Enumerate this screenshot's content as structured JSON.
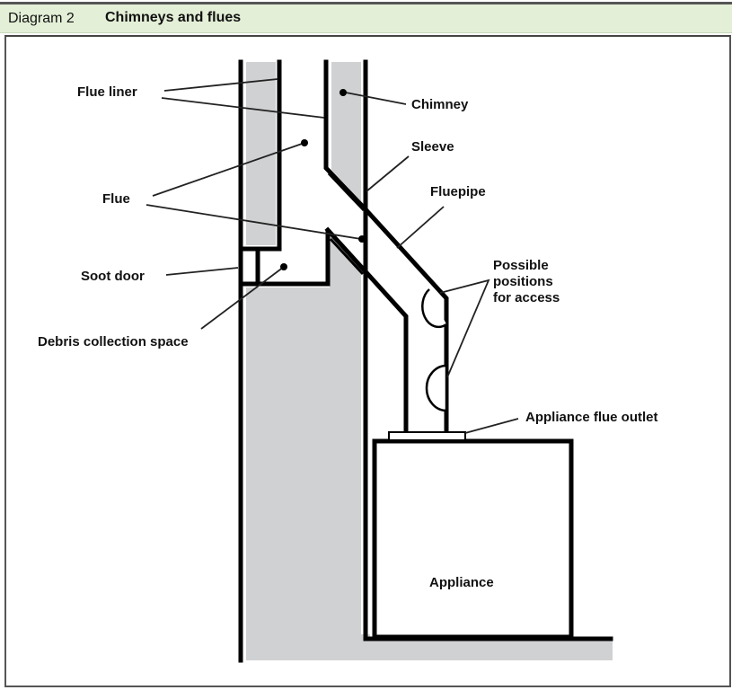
{
  "header": {
    "label": "Diagram 2",
    "title": "Chimneys and flues"
  },
  "labels": {
    "flue_liner": "Flue liner",
    "chimney": "Chimney",
    "sleeve": "Sleeve",
    "flue": "Flue",
    "fluepipe": "Fluepipe",
    "soot_door": "Soot door",
    "access_line1": "Possible",
    "access_line2": "positions",
    "access_line3": "for access",
    "debris": "Debris collection space",
    "appliance_flue_outlet": "Appliance flue outlet",
    "appliance": "Appliance"
  },
  "colors": {
    "header_bg": "#e3efd6",
    "wall_fill": "#d0d1d3",
    "line": "#000000"
  }
}
